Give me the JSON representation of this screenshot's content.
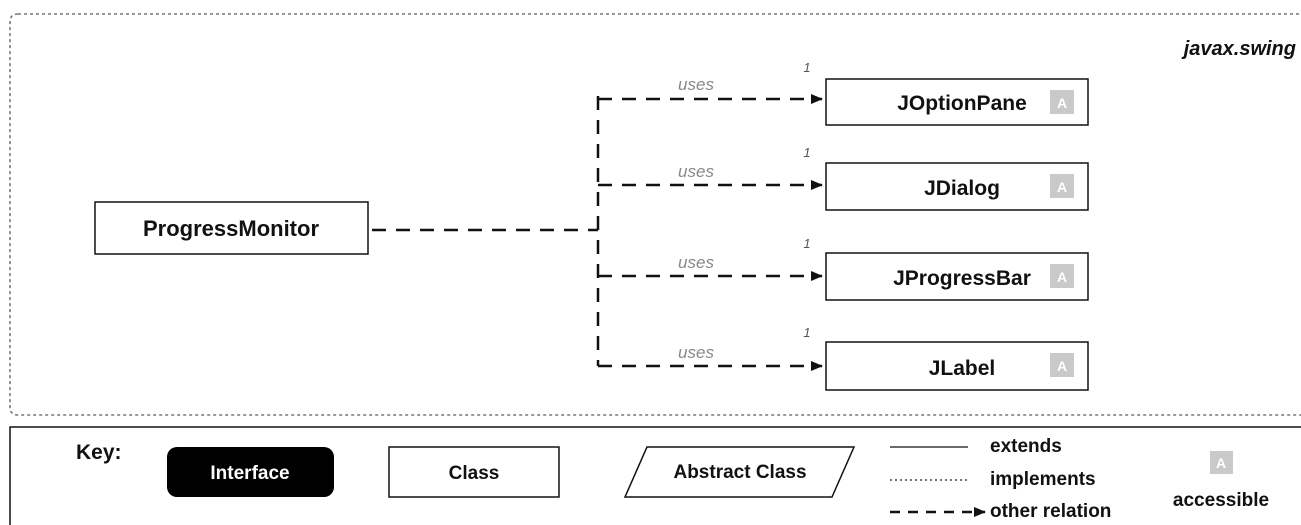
{
  "package": {
    "name": "javax.swing"
  },
  "source_class": {
    "name": "ProgressMonitor"
  },
  "relations": [
    {
      "label": "uses",
      "multiplicity": "1",
      "target": "JOptionPane",
      "target_badge": "A"
    },
    {
      "label": "uses",
      "multiplicity": "1",
      "target": "JDialog",
      "target_badge": "A"
    },
    {
      "label": "uses",
      "multiplicity": "1",
      "target": "JProgressBar",
      "target_badge": "A"
    },
    {
      "label": "uses",
      "multiplicity": "1",
      "target": "JLabel",
      "target_badge": "A"
    }
  ],
  "key": {
    "title": "Key:",
    "interface": "Interface",
    "class": "Class",
    "abstract_class": "Abstract Class",
    "extends": "extends",
    "implements": "implements",
    "other_relation": "other relation",
    "accessible_badge": "A",
    "accessible": "accessible"
  },
  "colors": {
    "badge_fill": "#c9c9c9",
    "uses_text": "#888888",
    "interface_fill": "#000000"
  }
}
